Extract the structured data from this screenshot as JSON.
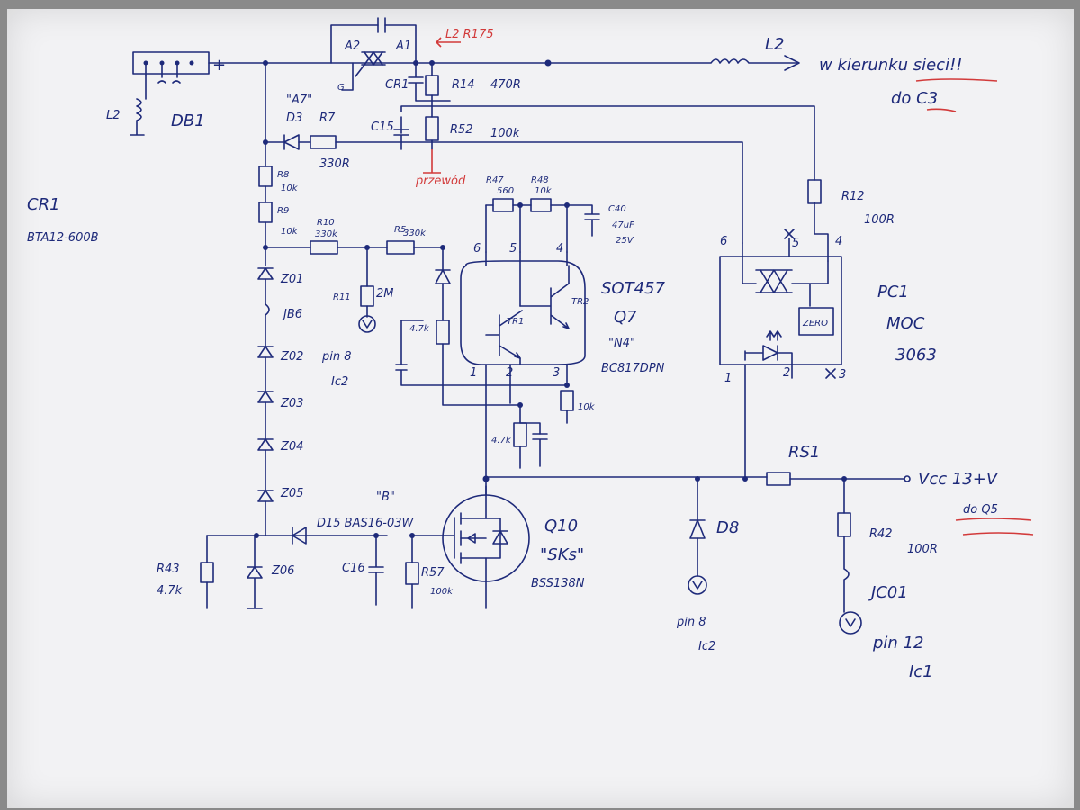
{
  "notes": {
    "cr1_name": "CR1",
    "cr1_part": "BTA12-600B",
    "direction": "w kierunku sieci!!",
    "to_c3": "do C3",
    "przewod": "przewód",
    "to_q5": "do Q5"
  },
  "labels": {
    "L2_left": "L2",
    "DB1": "DB1",
    "plus": "+",
    "A2": "A2",
    "A1": "A1",
    "G": "G",
    "CR1_small": "CR1",
    "R14": "R14",
    "R14_val": "470R",
    "L2_r175": "L2 R175",
    "L2_right": "L2",
    "A7": "\"A7\"",
    "D3": "D3",
    "R7": "R7",
    "R7_val": "330R",
    "C15": "C15",
    "R52": "R52",
    "R52_val": "100k",
    "R8": "R8",
    "R8_val": "10k",
    "R9": "R9",
    "R9_val": "10k",
    "R10": "R10",
    "R10_val": "330k",
    "R5": "R5",
    "R5_val": "330k",
    "R11": "R11",
    "R11_val": "2M",
    "pin8_ic2_a": "pin 8",
    "ic2_a": "Ic2",
    "R47": "R47",
    "R47_val": "560",
    "R48": "R48",
    "R48_val": "10k",
    "C40": "C40",
    "C40_val": "47uF",
    "C40_v": "25V",
    "pin6": "6",
    "pin5": "5",
    "pin4": "4",
    "pin1": "1",
    "pin2": "2",
    "pin3": "3",
    "TR1": "TR1",
    "TR2": "TR2",
    "r47k": "4.7k",
    "r10k": "10k",
    "r47k_b": "4.7k",
    "sot": "SOT457",
    "q7": "Q7",
    "n4": "\"N4\"",
    "bc": "BC817DPN",
    "Z01": "Z01",
    "JB6": "JB6",
    "Z02": "Z02",
    "Z03": "Z03",
    "Z04": "Z04",
    "Z05": "Z05",
    "Z06": "Z06",
    "R43": "R43",
    "R43_val": "4.7k",
    "B_mark": "\"B\"",
    "D15": "D15 BAS16-03W",
    "C16": "C16",
    "R57": "R57",
    "R57_val": "100k",
    "Q10": "Q10",
    "SK": "\"SKs\"",
    "BSS": "BSS138N",
    "R12": "R12",
    "R12_val": "100R",
    "PC1": "PC1",
    "MOC": "MOC",
    "MOC_num": "3063",
    "pc_pin6": "6",
    "pc_pin5": "5",
    "pc_pin4": "4",
    "pc_pin1": "1",
    "pc_pin2": "2",
    "pc_pin3": "3",
    "zero": "ZERO",
    "RS1": "RS1",
    "vcc": "Vcc 13+V",
    "D8": "D8",
    "pin8_ic2_b": "pin 8",
    "ic2_b": "Ic2",
    "R42": "R42",
    "R42_val": "100R",
    "JC01": "JC01",
    "pin12": "pin 12",
    "ic1": "Ic1"
  },
  "colors": {
    "ink": "#1e2a7a",
    "red": "#d23a3a",
    "paper": "#f2f2f4"
  }
}
